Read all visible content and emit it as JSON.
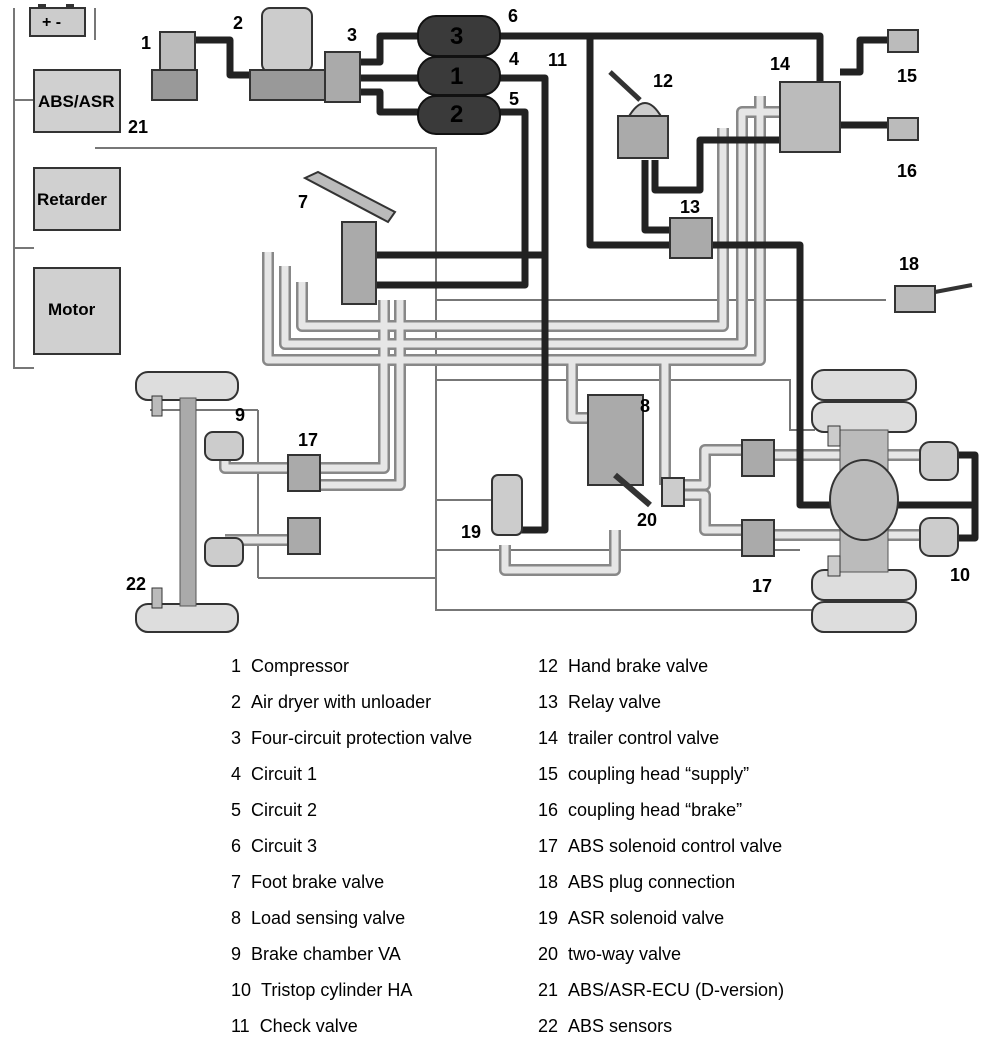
{
  "ecus": [
    {
      "id": "abs",
      "label": "ABS/ASR"
    },
    {
      "id": "retarder",
      "label": "Retarder"
    },
    {
      "id": "motor",
      "label": "Motor"
    }
  ],
  "tanks": [
    {
      "id": "t3",
      "label": "3"
    },
    {
      "id": "t1",
      "label": "1"
    },
    {
      "id": "t2",
      "label": "2"
    }
  ],
  "battery": {
    "symbol": "+ -"
  },
  "callouts": [
    {
      "id": "c1",
      "text": "1"
    },
    {
      "id": "c2",
      "text": "2"
    },
    {
      "id": "c3",
      "text": "3"
    },
    {
      "id": "c4",
      "text": "4"
    },
    {
      "id": "c5",
      "text": "5"
    },
    {
      "id": "c6",
      "text": "6"
    },
    {
      "id": "c7",
      "text": "7"
    },
    {
      "id": "c8",
      "text": "8"
    },
    {
      "id": "c9",
      "text": "9"
    },
    {
      "id": "c10",
      "text": "10"
    },
    {
      "id": "c11",
      "text": "11"
    },
    {
      "id": "c12",
      "text": "12"
    },
    {
      "id": "c13",
      "text": "13"
    },
    {
      "id": "c14",
      "text": "14"
    },
    {
      "id": "c15",
      "text": "15"
    },
    {
      "id": "c16",
      "text": "16"
    },
    {
      "id": "c17a",
      "text": "17"
    },
    {
      "id": "c17b",
      "text": "17"
    },
    {
      "id": "c18",
      "text": "18"
    },
    {
      "id": "c19",
      "text": "19"
    },
    {
      "id": "c20",
      "text": "20"
    },
    {
      "id": "c21",
      "text": "21"
    },
    {
      "id": "c22",
      "text": "22"
    }
  ],
  "legend": {
    "left": [
      {
        "n": "1",
        "label": "Compressor"
      },
      {
        "n": "2",
        "label": "Air dryer with unloader"
      },
      {
        "n": "3",
        "label": "Four-circuit protection valve"
      },
      {
        "n": "4",
        "label": "Circuit 1"
      },
      {
        "n": "5",
        "label": "Circuit 2"
      },
      {
        "n": "6",
        "label": "Circuit 3"
      },
      {
        "n": "7",
        "label": "Foot brake valve"
      },
      {
        "n": "8",
        "label": "Load sensing valve"
      },
      {
        "n": "9",
        "label": "Brake chamber VA"
      },
      {
        "n": "10",
        "label": "Tristop cylinder HA"
      },
      {
        "n": "11",
        "label": "Check valve"
      }
    ],
    "right": [
      {
        "n": "12",
        "label": "Hand brake valve"
      },
      {
        "n": "13",
        "label": "Relay valve"
      },
      {
        "n": "14",
        "label": "trailer control valve"
      },
      {
        "n": "15",
        "label": "coupling head “supply”"
      },
      {
        "n": "16",
        "label": "coupling head “brake”"
      },
      {
        "n": "17",
        "label": "ABS solenoid control valve"
      },
      {
        "n": "18",
        "label": "ABS plug connection"
      },
      {
        "n": "19",
        "label": "ASR solenoid valve"
      },
      {
        "n": "20",
        "label": "two-way valve"
      },
      {
        "n": "21",
        "label": "ABS/ASR-ECU (D-version)"
      },
      {
        "n": "22",
        "label": "ABS sensors"
      }
    ]
  }
}
